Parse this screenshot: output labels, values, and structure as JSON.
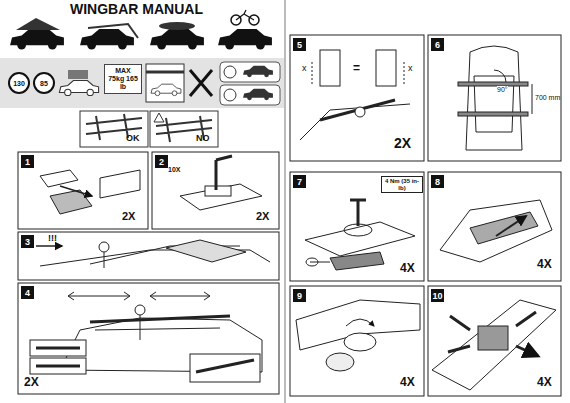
{
  "diagram": {
    "title": "WINGBAR MANUAL",
    "nodes": [
      {
        "text": [
          "130"
        ]
      },
      {
        "text": [
          "85"
        ]
      },
      {
        "text": [
          "MAX 75kg 165 lb"
        ]
      },
      {
        "text": [
          "1"
        ]
      },
      {
        "text": [
          "2"
        ]
      },
      {
        "text": [
          "3"
        ]
      },
      {
        "text": [
          "4"
        ]
      },
      {
        "text": [
          "5"
        ]
      },
      {
        "text": [
          "6"
        ]
      },
      {
        "text": [
          "7"
        ]
      },
      {
        "text": [
          "8"
        ]
      },
      {
        "text": [
          "9"
        ]
      },
      {
        "text": [
          "10"
        ]
      }
    ],
    "labels": [
      "OK",
      "NO",
      "2X",
      "10X",
      "2X",
      "!!!",
      "2X",
      "x",
      "=",
      "x",
      "2X",
      "90°",
      "700 mm",
      "4 Nm (35 in-lb)",
      "4X",
      "4X",
      "4X",
      "4X"
    ]
  }
}
